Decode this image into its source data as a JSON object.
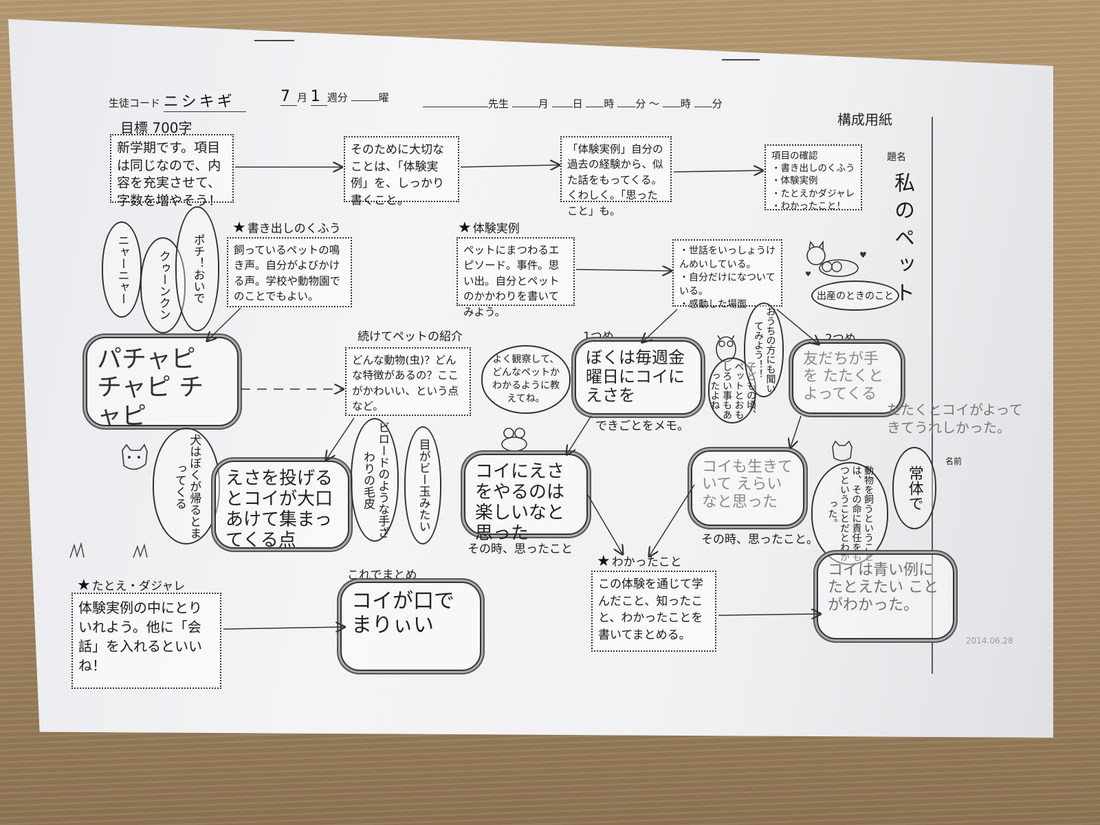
{
  "header": {
    "student_code_label": "生徒コード",
    "student_code_value": "ニシキギ",
    "month": "7",
    "month_unit": "月",
    "week_value": "1",
    "week_unit": "週分",
    "youbi": "曜",
    "teacher": "先生",
    "date_month": "月",
    "date_day": "日",
    "hour": "時",
    "minute": "分",
    "tilde": "～",
    "hour2": "時",
    "minute2": "分",
    "form_title": "構成用紙"
  },
  "goal_label": "目標 700字",
  "top_row": [
    "新学期です。項目は同じなので、内容を充実させて、字数を増やそう！",
    "そのために大切なことは、「体験実例」を、しっかり書くこと。",
    "「体験実例」自分の過去の経験から、似た話をもってくる。くわしく。「思ったこと」も。",
    "項目の確認\n・書き出しのくふう\n・体験実例\n・たとえかダジャレ\n・わかったこと！"
  ],
  "side": {
    "label": "題名",
    "title": "私のペット"
  },
  "section_kakidashi": {
    "heading": "書き出しのくふう",
    "body": "飼っているペットの鳴き声。自分がよびかける声。学校や動物園でのことでもよい。"
  },
  "section_taiken": {
    "heading": "体験実例",
    "body": "ペットにまつわるエピソード。事件。思い出。自分とペットのかかわりを書いてみよう。"
  },
  "taiken_points": "・世話をいっしょうけんめいしている。\n・自分だけになついている。\n・感動した場面",
  "bubbles_left": [
    "ニャーニャー",
    "クゥーンクン",
    "ポチ！おいで"
  ],
  "cloud_left": "パチャピ チャピ チャピ",
  "section_shokai": {
    "heading": "続けてペットの紹介",
    "body": "どんな動物(虫)？どんな特徴があるの？ここがかわいい、という点など。"
  },
  "advice_bubble": "よく観察して、どんなペットかわかるように教えてね。",
  "episode1": {
    "label": "1つめ",
    "cloud": "ぼくは毎週金曜日にコイにえさを",
    "note": "できごとをメモ。"
  },
  "episode2": {
    "label": "2つめ",
    "cloud": "友だちが手を たたくと よってくる",
    "overflow": "たたくとコイがよってきてうれしかった。"
  },
  "birth_bubble": "出産のときのこと",
  "child_bubble": "子どもの頃、ペットとおもしろい事もあったよね",
  "ask_bubble": "おうちの方にも聞いてみよう！！",
  "dog_bubble": "犬はぼくが帰るとまってくる",
  "velvet_bubble": "ビロードのような手ざわりの毛皮",
  "eyes_bubble": "目がビー玉みたい",
  "cloud_feature": "えさを投げるとコイが大口あけて集まってくる点",
  "cloud_thought1": "コイにえさをやるのは楽しいなと思った",
  "caption_thought1": "その時、思ったこと",
  "cloud_thought2": "コイも生きていて えらいなと思った",
  "caption_thought2": "その時、思ったこと。",
  "responsibility_bubble": "動物を飼うということは、その命に責任をもつということだとわかった。",
  "joutai_bubble": "常体で",
  "name_label": "名前",
  "section_tatoe": {
    "heading": "たとえ・ダジャレ",
    "body": "体験実例の中にとりいれよう。他に「会話」を入れるといいね！"
  },
  "cloud_matome_label": "これでまとめ",
  "cloud_matome": "コイが口でまりぃい",
  "section_wakatta": {
    "heading": "わかったこと",
    "body": "この体験を通じて学んだこと、知ったこと、わかったことを書いてまとめる。"
  },
  "cloud_final": "コイは青い例にたとえたい ことがわかった。",
  "stamp": "2014.06.28",
  "colors": {
    "ink": "#1b1b1b",
    "pencil": "#8a8a8a",
    "paper": "#f2f2f4",
    "table": "#a88d66"
  },
  "icons": [
    "star-icon",
    "cat-icon",
    "owl-icon",
    "frog-icon",
    "dog-icon",
    "grass-icon"
  ]
}
